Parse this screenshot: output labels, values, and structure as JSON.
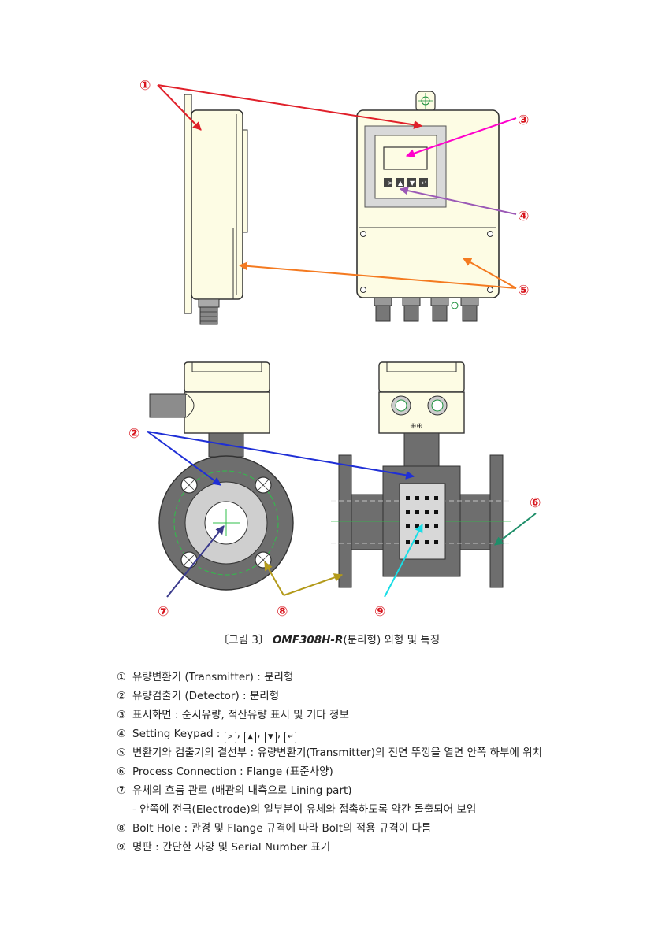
{
  "markers": [
    "①",
    "②",
    "③",
    "④",
    "⑤",
    "⑥",
    "⑦",
    "⑧",
    "⑨"
  ],
  "caption": {
    "prefix": "〔그림 3〕",
    "model": "OMF308H-R",
    "suffix": "(분리형) 외형 및 특징"
  },
  "legend": [
    {
      "num": "①",
      "text": "유량변환기 (Transmitter) : 분리형"
    },
    {
      "num": "②",
      "text": "유량검출기 (Detector) : 분리형"
    },
    {
      "num": "③",
      "text": "표시화면 : 순시유량, 적산유량 표시 및 기타 정보"
    },
    {
      "num": "④",
      "text": "Setting Keypad :"
    },
    {
      "num": "⑤",
      "text": "변환기와 검출기의 결선부 : 유량변환기(Transmitter)의 전면 뚜껑을 열면 안쪽 하부에 위치"
    },
    {
      "num": "⑥",
      "text": "Process Connection : Flange (표준사양)"
    },
    {
      "num": "⑦",
      "text": "유체의 흐름 관로 (배관의 내측으로 Lining part)"
    },
    {
      "num": "",
      "text": "- 안쪽에 전극(Electrode)의 일부분이 유체와 접촉하도록 약간 돌출되어 보임",
      "sub": true
    },
    {
      "num": "⑧",
      "text": "Bolt Hole : 관경 및 Flange 규격에 따라 Bolt의 적용 규격이 다름"
    },
    {
      "num": "⑨",
      "text": "명판 : 간단한 사양 및 Serial Number 표기"
    }
  ],
  "keypad_keys": [
    {
      "glyph": ">",
      "name": "right-key-icon"
    },
    {
      "glyph": "▲",
      "name": "up-key-icon"
    },
    {
      "glyph": "▼",
      "name": "down-key-icon"
    },
    {
      "glyph": "↵",
      "name": "enter-key-icon"
    }
  ],
  "colors": {
    "marker": "#d8141c",
    "arrow1": "#e0202a",
    "arrow3": "#ff00cc",
    "arrow4": "#9b59b6",
    "arrow5": "#f47a20",
    "arrow2": "#1f2fd6",
    "arrow6": "#1f8f6a",
    "arrow7": "#3a3a8c",
    "arrow8": "#b39a1a",
    "arrow9": "#19dde6",
    "housing": "#fdfce4",
    "body": "#6e6e6e"
  }
}
